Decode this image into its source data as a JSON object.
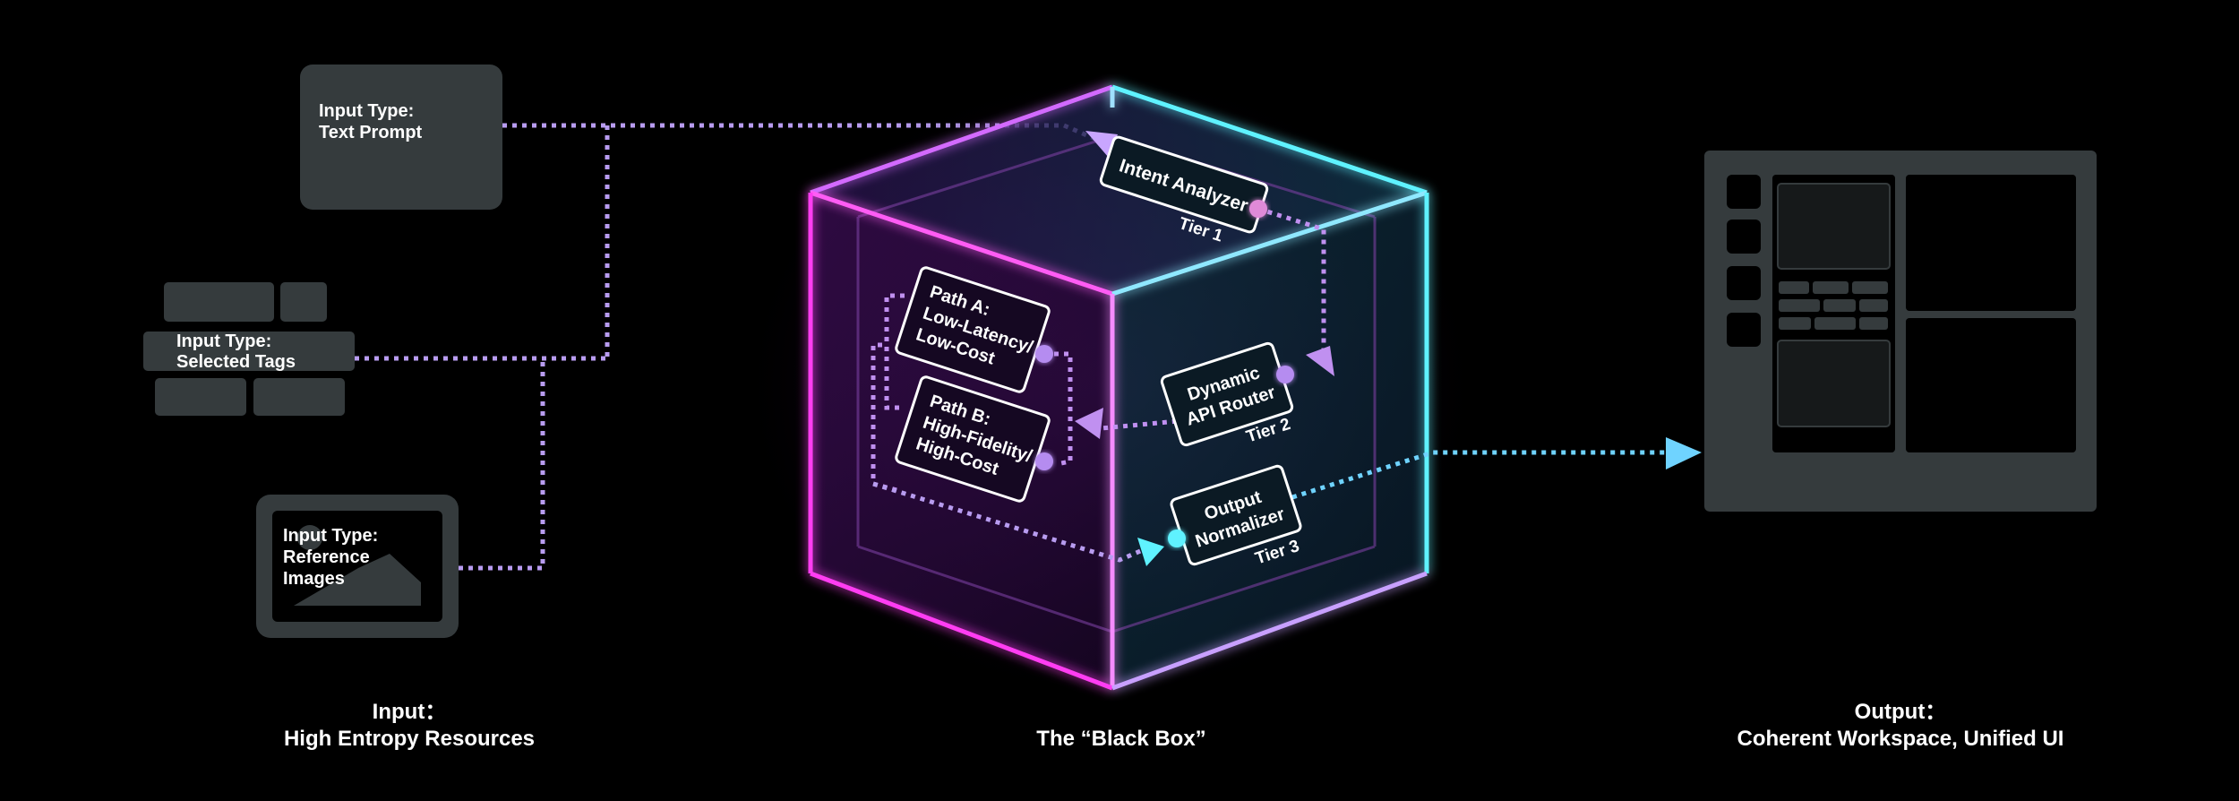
{
  "inputs": {
    "text_prompt": {
      "line1": "Input Type:",
      "line2": "Text Prompt"
    },
    "selected_tags": {
      "line1": "Input Type:",
      "line2": "Selected Tags"
    },
    "reference_images": {
      "line1": "Input Type:",
      "line2": "Reference",
      "line3": "Images"
    }
  },
  "black_box": {
    "intent_analyzer": {
      "label": "Intent Analyzer",
      "tier": "Tier 1"
    },
    "api_router": {
      "line1": "Dynamic",
      "line2": "API Router",
      "tier": "Tier 2"
    },
    "output_normalizer": {
      "line1": "Output",
      "line2": "Normalizer",
      "tier": "Tier 3"
    },
    "path_a": {
      "line1": "Path A:",
      "line2": "Low-Latency/",
      "line3": "Low-Cost"
    },
    "path_b": {
      "line1": "Path B:",
      "line2": "High-Fidelity/",
      "line3": "High-Cost"
    }
  },
  "captions": {
    "input": {
      "line1": "Input：",
      "line2": "High Entropy Resources"
    },
    "black_box": {
      "line1": "The “Black Box”"
    },
    "output": {
      "line1": "Output：",
      "line2": "Coherent Workspace, Unified UI"
    }
  },
  "colors": {
    "magenta": "#ff3df2",
    "cyan": "#5ff2ff",
    "lavender": "#b89cf0",
    "panel": "#353b3d",
    "light_blue": "#6fd3ff"
  }
}
